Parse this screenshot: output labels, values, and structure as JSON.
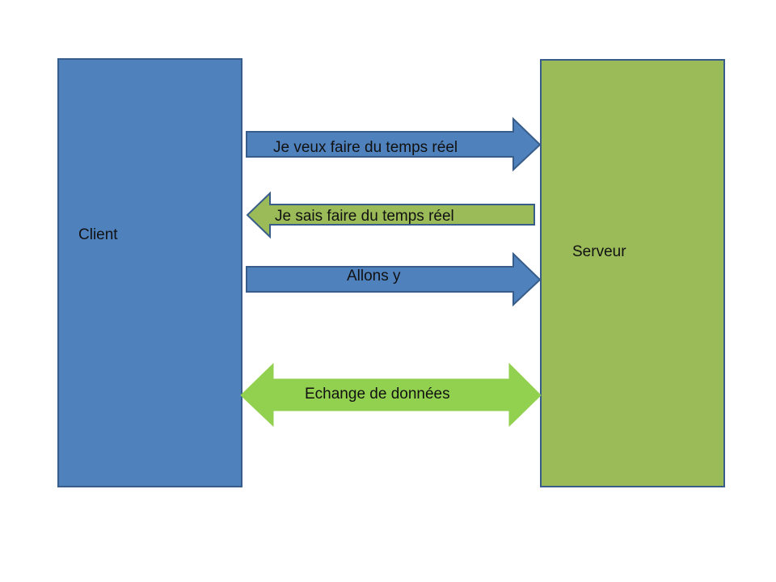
{
  "diagram": {
    "client": {
      "label": "Client",
      "fill": "#4F81BD",
      "stroke": "#385D8A"
    },
    "server": {
      "label": "Serveur",
      "fill": "#9BBB59",
      "stroke": "#385D8A"
    },
    "arrows": [
      {
        "label": "Je veux faire du temps réel",
        "direction": "client-to-server",
        "fill": "#4F81BD",
        "stroke": "#385D8A"
      },
      {
        "label": "Je sais faire du temps réel",
        "direction": "server-to-client",
        "fill": "#9BBB59",
        "stroke": "#385D8A"
      },
      {
        "label": "Allons y",
        "direction": "client-to-server",
        "fill": "#4F81BD",
        "stroke": "#385D8A"
      },
      {
        "label": "Echange de données",
        "direction": "bidirectional",
        "fill": "#92D050",
        "stroke": "#92D050"
      }
    ]
  }
}
